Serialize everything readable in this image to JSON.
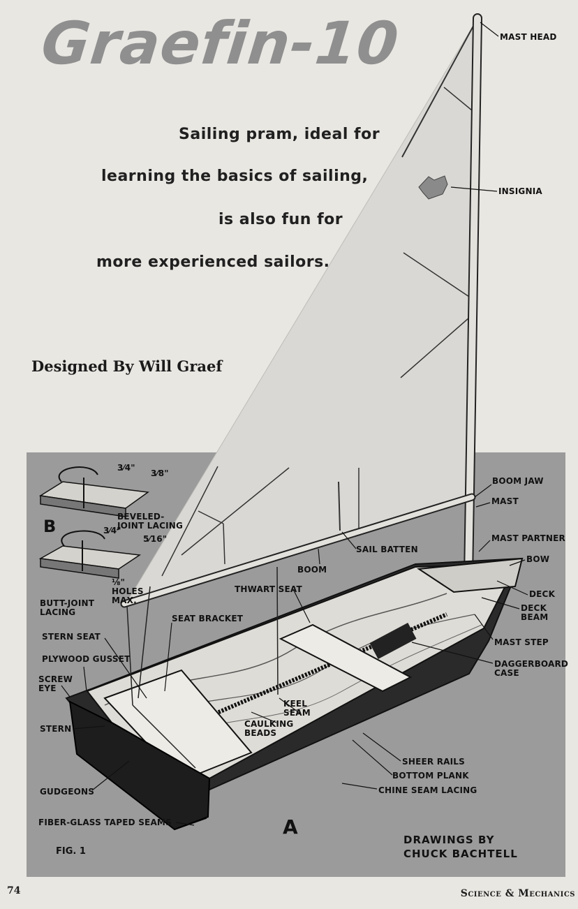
{
  "article": {
    "title": "Graefin-10",
    "tagline": [
      "Sailing pram, ideal for",
      "learning the basics of sailing,",
      "is also fun for",
      "more experienced sailors."
    ],
    "byline": "Designed By Will Graef"
  },
  "figure": {
    "callouts": {
      "mast_head": "MAST HEAD",
      "insignia": "INSIGNIA",
      "boom_jaw": "BOOM JAW",
      "mast": "MAST",
      "mast_partner": "MAST PARTNER",
      "bow": "BOW",
      "deck": "DECK",
      "deck_beam": "DECK BEAM",
      "mast_step": "MAST STEP",
      "daggerboard_case": "DAGGERBOARD CASE",
      "sail_batten": "SAIL BATTEN",
      "boom": "BOOM",
      "thwart_seat": "THWART SEAT",
      "seat_bracket": "SEAT BRACKET",
      "stern_seat": "STERN SEAT",
      "plywood_gusset": "PLYWOOD GUSSET",
      "screw_eye": "SCREW EYE",
      "stern": "STERN",
      "keel_seam": "KEEL SEAM",
      "caulking_beads": "CAULKING BEADS",
      "gudgeons": "GUDGEONS",
      "sheer_rails": "SHEER RAILS",
      "bottom_plank": "BOTTOM PLANK",
      "chine_seam_lacing": "CHINE SEAM LACING",
      "fiber_glass_taped_seams": "FIBER-GLASS TAPED SEAMS",
      "beveled_joint_lacing": "BEVELED-JOINT LACING",
      "butt_joint_lacing": "BUTT-JOINT LACING",
      "holes_max": "⅛\" HOLES MAX.",
      "dim_three_quarter_1": "3⁄4\"",
      "dim_three_eighths": "3⁄8\"",
      "dim_three_quarter_2": "3⁄4\"",
      "dim_five_sixteenths": "5⁄16\""
    },
    "label_A": "A",
    "label_B": "B",
    "fig_label": "FIG. 1",
    "credit": [
      "DRAWINGS BY",
      "CHUCK BACHTELL"
    ]
  },
  "footer": {
    "page_number": "74",
    "magazine": "Science & Mechanics"
  }
}
